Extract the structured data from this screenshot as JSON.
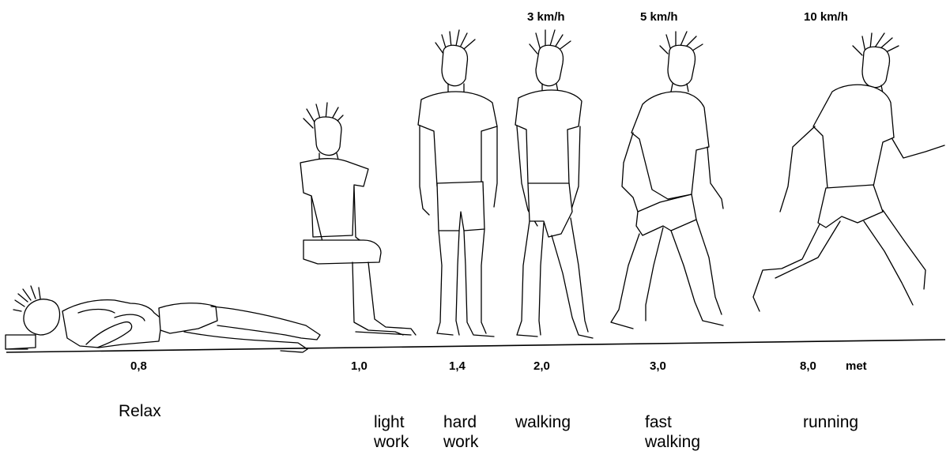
{
  "speeds": {
    "walking": "3 km/h",
    "fast_walking": "5 km/h",
    "running": "10 km/h"
  },
  "met_values": {
    "relax": "0,8",
    "light_work": "1,0",
    "hard_work": "1,4",
    "walking": "2,0",
    "fast_walking": "3,0",
    "running": "8,0",
    "unit": "met"
  },
  "activities": {
    "relax": "Relax",
    "light_work": "light\nwork",
    "hard_work": "hard\nwork",
    "walking": "walking",
    "fast_walking": "fast\nwalking",
    "running": "running"
  }
}
